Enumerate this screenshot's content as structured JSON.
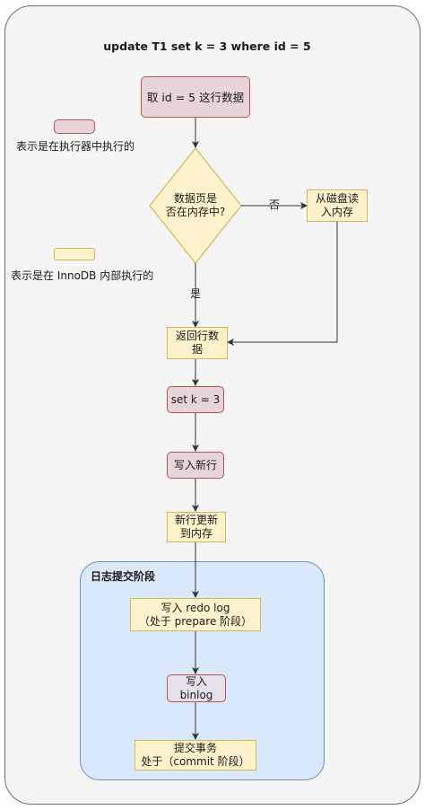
{
  "title": "update T1 set k = 3 where id = 5",
  "legend": {
    "executor_text": "表示是在执行器中执行的",
    "innodb_text": "表示是在 InnoDB 内部执行的"
  },
  "nodes": {
    "fetch_row": "取 id = 5 这行数据",
    "in_memory_q": "数据页是\n否在内存中?",
    "read_disk": "从磁盘读\n入内存",
    "return_row": "返回行数\n据",
    "set_k": "set k = 3",
    "write_row": "写入新行",
    "update_memory": "新行更新\n到内存",
    "redo_log": "写入 redo log\n（处于 prepare 阶段）",
    "binlog": "写入\nbinlog",
    "commit": "提交事务\n处于（commit 阶段）"
  },
  "labels": {
    "no": "否",
    "yes": "是",
    "phase_title": "日志提交阶段"
  },
  "colors": {
    "executor_fill": "#e8d5d9",
    "executor_stroke": "#b85450",
    "innodb_fill": "#fff2cc",
    "innodb_stroke": "#d6b656",
    "phase_fill": "#dae8fc",
    "phase_stroke": "#6c8ebf",
    "edge": "#333333"
  }
}
